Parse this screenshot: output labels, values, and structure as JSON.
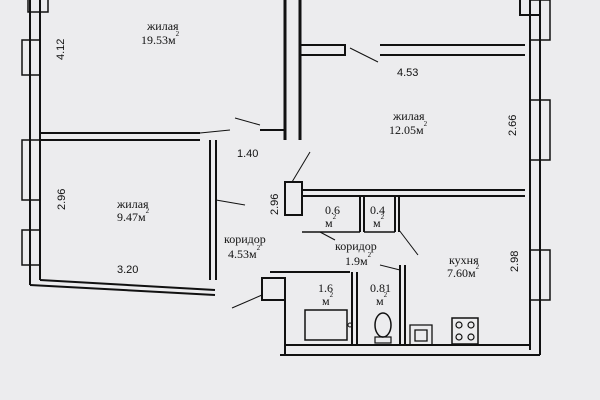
{
  "rooms": {
    "living_top": {
      "name": "жилая",
      "area": "19.53м",
      "sup": "2"
    },
    "living_mid": {
      "name": "жилая",
      "area": "12.05м",
      "sup": "2"
    },
    "living_left": {
      "name": "жилая",
      "area": "9.47м",
      "sup": "2"
    },
    "corridor_main": {
      "name": "коридор",
      "area": "4.53м",
      "sup": "2"
    },
    "corridor_small": {
      "name": "коридор",
      "area": "1.9м",
      "sup": "2"
    },
    "kitchen": {
      "name": "кухня",
      "area": "7.60м",
      "sup": "2"
    },
    "closet_a": {
      "area": "0.6",
      "unit": "м",
      "sup": "2"
    },
    "closet_b": {
      "area": "0.4",
      "unit": "м",
      "sup": "2"
    },
    "bath": {
      "area": "1.6",
      "unit": "м",
      "sup": "2"
    },
    "wc": {
      "area": "0.81",
      "unit": "м",
      "sup": "2"
    }
  },
  "dimensions": {
    "top_left_wall": "4.12",
    "top_width": "4.53",
    "corridor_width": "1.40",
    "mid_right": "2.66",
    "left_wall": "2.96",
    "corridor_wall": "2.96",
    "bottom_width": "3.20",
    "kitchen_right": "2.98"
  },
  "colors": {
    "background": "#ececee",
    "ink": "#111111"
  }
}
